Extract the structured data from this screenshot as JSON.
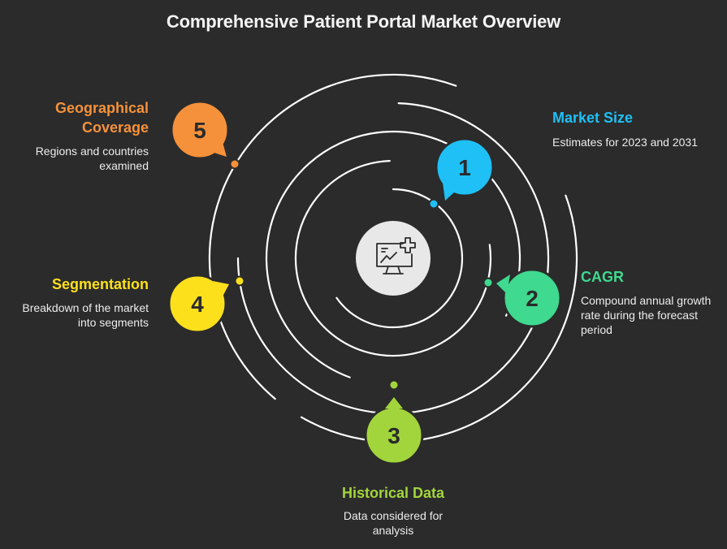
{
  "title": "Comprehensive Patient Portal Market Overview",
  "center_icon": "monitor-chart-medical-cross-icon",
  "items": [
    {
      "number": "1",
      "heading": "Market Size",
      "description": "Estimates for 2023 and 2031",
      "color": "#1ec0f5"
    },
    {
      "number": "2",
      "heading": "CAGR",
      "description": "Compound annual growth rate during the forecast period",
      "color": "#3fd98f"
    },
    {
      "number": "3",
      "heading": "Historical Data",
      "description": "Data considered for analysis",
      "color": "#a2d53c"
    },
    {
      "number": "4",
      "heading": "Segmentation",
      "description": "Breakdown of the market into segments",
      "color": "#fde01c"
    },
    {
      "number": "5",
      "heading": "Geographical Coverage",
      "description": "Regions and countries examined",
      "color": "#f5913a"
    }
  ],
  "colors": {
    "background": "#2b2b2b",
    "ring": "#ffffff",
    "center_circle": "#e8e8e8",
    "icon_stroke": "#2b2b2b"
  }
}
